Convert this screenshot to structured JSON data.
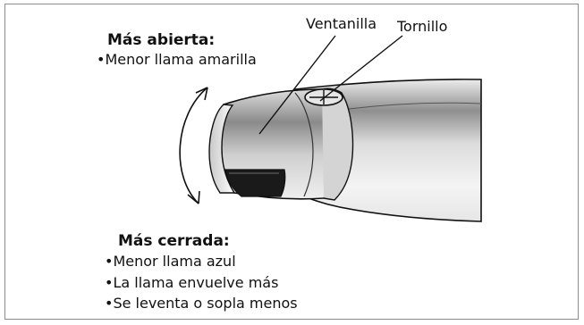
{
  "labels": {
    "ventanilla": "Ventanilla",
    "tornillo": "Tornillo"
  },
  "open_section": {
    "title": "Más abierta:",
    "bullets": [
      "•Menor llama amarilla"
    ]
  },
  "closed_section": {
    "title": "Más cerrada:",
    "bullets": [
      "•Menor llama azul",
      "•La llama envuelve más",
      "•Se leventa o sopla menos"
    ]
  },
  "colors": {
    "stroke": "#111111",
    "frame": "#8c8c8c",
    "window_dark": "#1a1a1a"
  }
}
